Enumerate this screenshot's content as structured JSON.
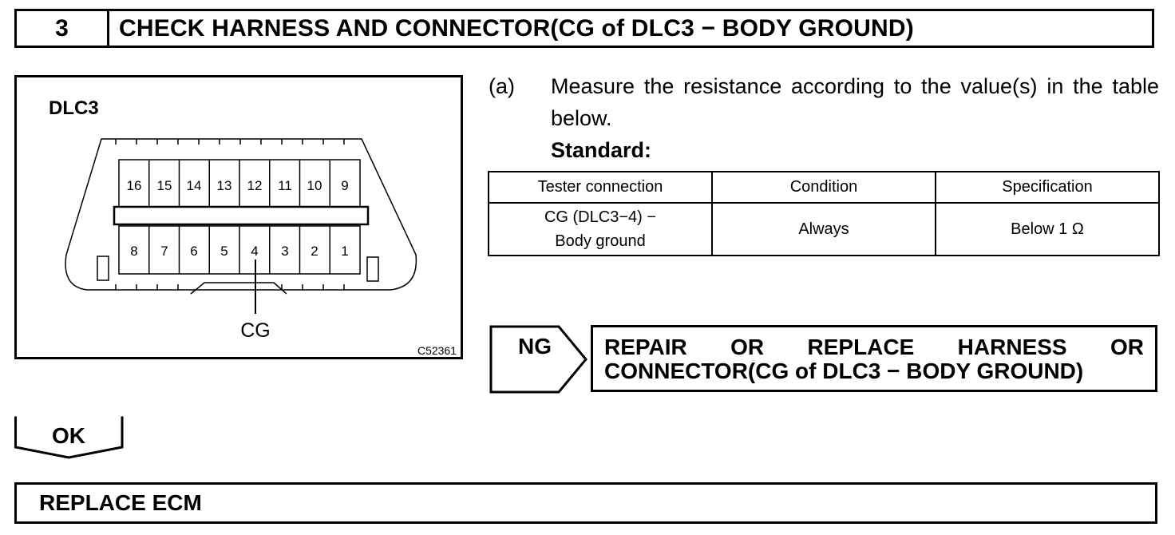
{
  "step": {
    "number": "3",
    "title": "CHECK HARNESS AND CONNECTOR(CG of DLC3 − BODY GROUND)"
  },
  "figure": {
    "title": "DLC3",
    "pins_top": [
      "16",
      "15",
      "14",
      "13",
      "12",
      "11",
      "10",
      "9"
    ],
    "pins_bottom": [
      "8",
      "7",
      "6",
      "5",
      "4",
      "3",
      "2",
      "1"
    ],
    "callout": "CG",
    "figure_code": "C52361"
  },
  "instruction": {
    "label": "(a)",
    "text": "Measure the resistance according to the value(s) in the table below.",
    "standard_label": "Standard:"
  },
  "table": {
    "headers": [
      "Tester connection",
      "Condition",
      "Specification"
    ],
    "rows": [
      {
        "tester_line1": "CG (DLC3−4) −",
        "tester_line2": "Body ground",
        "condition": "Always",
        "specification": "Below 1 Ω"
      }
    ]
  },
  "ng": {
    "label": "NG",
    "action_line1": "REPAIR OR REPLACE HARNESS OR",
    "action_line2": "CONNECTOR(CG of DLC3 − BODY GROUND)"
  },
  "ok": {
    "label": "OK"
  },
  "final": {
    "action": "REPLACE ECM"
  }
}
